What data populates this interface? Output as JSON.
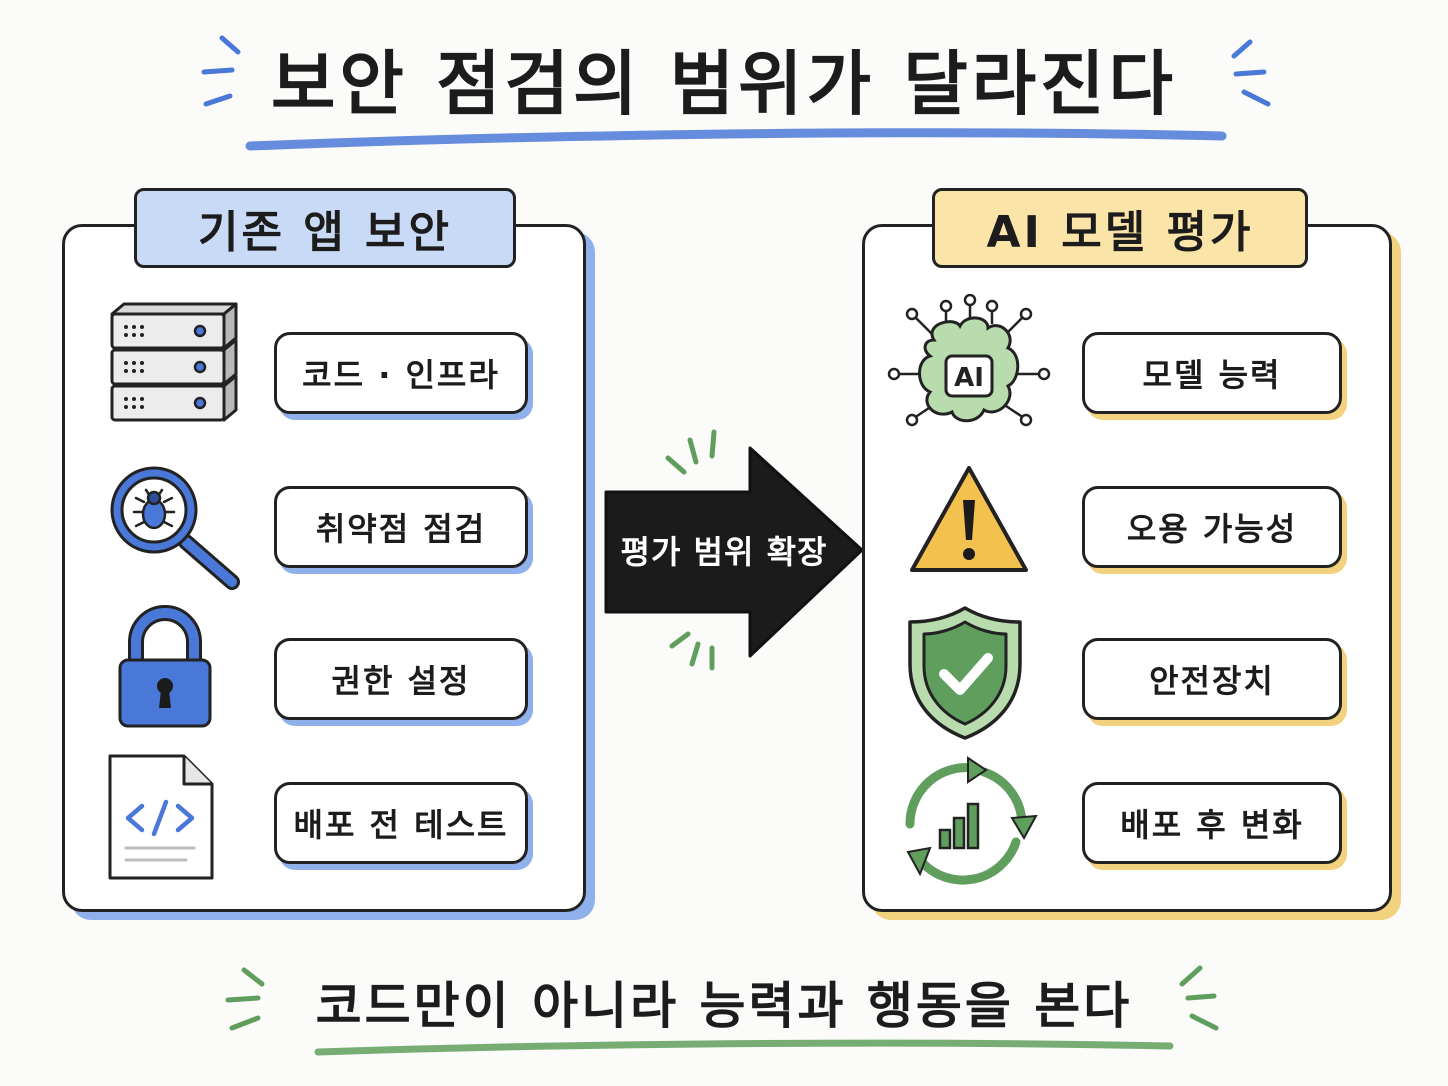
{
  "title": "보안 점검의 범위가 달라진다",
  "subtitle": "코드만이 아니라 능력과 행동을 본다",
  "arrow_label": "평가 범위 확장",
  "colors": {
    "blue": "#4a78d8",
    "blue_light": "#c9daf6",
    "yellow": "#f2c14e",
    "yellow_light": "#fbe4a8",
    "green": "#5f9e5c",
    "green_light": "#b9dcae",
    "ink": "#222222"
  },
  "left_panel": {
    "header": "기존 앱 보안",
    "items": [
      {
        "label": "코드 · 인프라",
        "icon": "server-rack-icon"
      },
      {
        "label": "취약점 점검",
        "icon": "magnifier-bug-icon"
      },
      {
        "label": "권한 설정",
        "icon": "padlock-icon"
      },
      {
        "label": "배포 전 테스트",
        "icon": "code-file-icon"
      }
    ]
  },
  "right_panel": {
    "header": "AI 모델 평가",
    "ai_chip_label": "AI",
    "items": [
      {
        "label": "모델 능력",
        "icon": "ai-brain-icon"
      },
      {
        "label": "오용 가능성",
        "icon": "warning-triangle-icon"
      },
      {
        "label": "안전장치",
        "icon": "shield-check-icon"
      },
      {
        "label": "배포 후 변화",
        "icon": "cycle-chart-icon"
      }
    ]
  }
}
